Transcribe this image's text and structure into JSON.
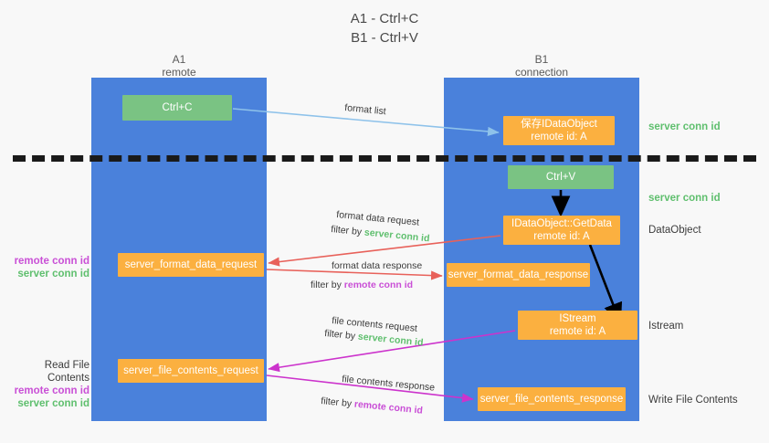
{
  "title": {
    "line1": "A1 - Ctrl+C",
    "line2": "B1 - Ctrl+V"
  },
  "lanes": [
    {
      "id": "a1",
      "name": "A1",
      "role": "remote",
      "color": "#4a81db"
    },
    {
      "id": "b1",
      "name": "B1",
      "role": "connection",
      "color": "#4a81db"
    }
  ],
  "nodes": {
    "ctrl_c": {
      "line1": "Ctrl+C",
      "line2": "",
      "color": "#7ac383"
    },
    "save_idataobject": {
      "line1": "保存IDataObject",
      "line2": "remote id: A",
      "color": "#fbb040"
    },
    "ctrl_v": {
      "line1": "Ctrl+V",
      "line2": "",
      "color": "#7ac383"
    },
    "getdata": {
      "line1": "IDataObject::GetData",
      "line2": "remote id: A",
      "color": "#fbb040"
    },
    "format_data_request": {
      "line1": "server_format_data_request",
      "line2": "",
      "color": "#fbb040"
    },
    "format_data_response": {
      "line1": "server_format_data_response",
      "line2": "",
      "color": "#fbb040"
    },
    "istream": {
      "line1": "IStream",
      "line2": "remote id: A",
      "color": "#fbb040"
    },
    "file_contents_request": {
      "line1": "server_file_contents_request",
      "line2": "",
      "color": "#fbb040"
    },
    "file_contents_response": {
      "line1": "server_file_contents_response",
      "line2": "",
      "color": "#fbb040"
    }
  },
  "arrow_labels": {
    "format_list": "format list",
    "format_data_request": "format data request",
    "format_data_request_filter_prefix": "filter by ",
    "format_data_request_filter_key": "server conn id",
    "format_data_response": "format data response",
    "format_data_response_filter_prefix": "filter by ",
    "format_data_response_filter_key": "remote conn id",
    "file_contents_request": "file contents request",
    "file_contents_request_filter_prefix": "filter by ",
    "file_contents_request_filter_key": "server conn id",
    "file_contents_response": "file contents response",
    "file_contents_response_filter_prefix": "filter by ",
    "file_contents_response_filter_key": "remote conn id"
  },
  "right_annotations": {
    "server_conn_id_top": "server conn id",
    "server_conn_id_mid": "server conn id",
    "dataobject": "DataObject",
    "istream": "Istream",
    "write_file_contents": "Write File Contents"
  },
  "left_annotations": {
    "read_file_contents": "Read File Contents",
    "remote_conn_id": "remote conn id",
    "server_conn_id": "server conn id"
  },
  "colors": {
    "lane": "#4a81db",
    "green_node": "#7ac383",
    "orange_node": "#fbb040",
    "remote_conn": "#c94fd6",
    "server_conn": "#5fbf6e",
    "arrow_blue": "#8ec2ea",
    "arrow_red": "#e8615a",
    "arrow_magenta": "#cc33cc",
    "arrow_black": "#000000",
    "background": "#f8f8f8"
  }
}
